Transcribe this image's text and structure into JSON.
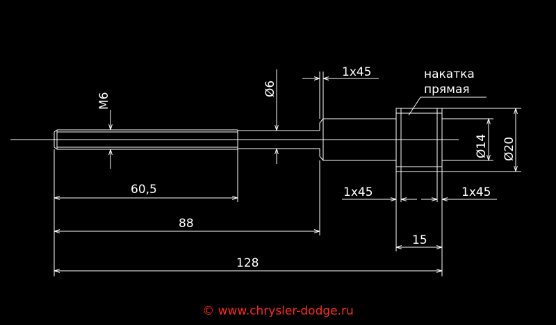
{
  "colors": {
    "background": "#000000",
    "lines": "#ffffff",
    "copyright": "#ff2a1a"
  },
  "labels": {
    "m6": "M6",
    "d6": "Ø6",
    "chamfer_top": "1x45",
    "knurl_line1": "накатка",
    "knurl_line2": "прямая",
    "d14": "Ø14",
    "d20": "Ø20",
    "chamfer_left": "1x45",
    "chamfer_right": "1x45",
    "dim_60_5": "60,5",
    "dim_88": "88",
    "dim_15": "15",
    "dim_128": "128"
  },
  "copyright": "© www.chrysler-dodge.ru"
}
